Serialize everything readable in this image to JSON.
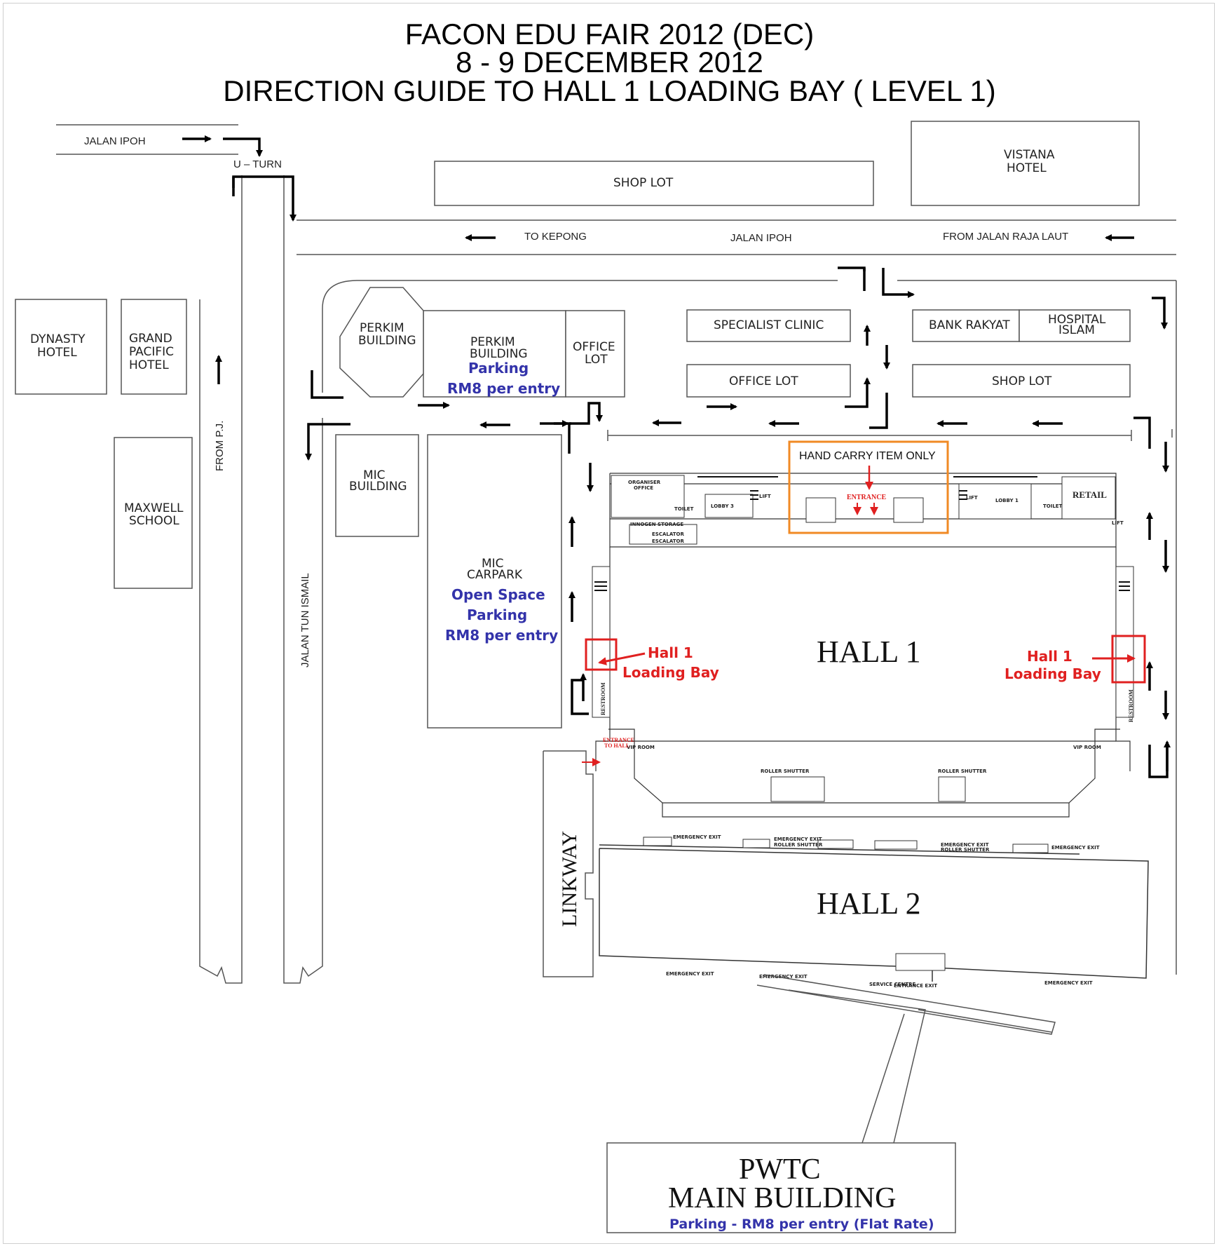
{
  "title": {
    "line1": "FACON EDU FAIR 2012 (DEC)",
    "line2": "8 - 9 DECEMBER 2012",
    "line3": "DIRECTION GUIDE TO HALL 1 LOADING BAY ( LEVEL 1)"
  },
  "roads": {
    "jalan_ipoh_top": "JALAN IPOH",
    "u_turn": "U – TURN",
    "to_kepong": "TO KEPONG",
    "jalan_ipoh": "JALAN IPOH",
    "from_jalan_raja_laut": "FROM JALAN RAJA LAUT",
    "from_pj": "FROM P.J.",
    "jalan_tun_ismail": "JALAN TUN ISMAIL",
    "linkway": "LINKWAY"
  },
  "buildings": {
    "shop_lot_top": "SHOP LOT",
    "vistana_1": "VISTANA",
    "vistana_2": "HOTEL",
    "dynasty_1": "DYNASTY",
    "dynasty_2": "HOTEL",
    "grand_1": "GRAND",
    "grand_2": "PACIFIC",
    "grand_3": "HOTEL",
    "maxwell_1": "MAXWELL",
    "maxwell_2": "SCHOOL",
    "perkim_hex_1": "PERKIM",
    "perkim_hex_2": "BUILDING",
    "perkim_1": "PERKIM",
    "perkim_2": "BUILDING",
    "office_lot_1": "OFFICE",
    "office_lot_2": "LOT",
    "specialist_clinic": "SPECIALIST CLINIC",
    "office_lot": "OFFICE LOT",
    "bank_rakyat": "BANK RAKYAT",
    "hospital_1": "HOSPITAL",
    "hospital_2": "ISLAM",
    "shop_lot_right": "SHOP LOT",
    "mic_building_1": "MIC",
    "mic_building_2": "BUILDING",
    "mic_carpark_1": "MIC",
    "mic_carpark_2": "CARPARK"
  },
  "parking": {
    "perkim_1": "Parking",
    "perkim_2": "RM8 per entry",
    "mic_1": "Open Space",
    "mic_2": "Parking",
    "mic_3": "RM8 per entry",
    "pwtc": "Parking - RM8 per entry (Flat Rate)"
  },
  "hall1": {
    "name": "HALL 1",
    "hand_carry": "HAND CARRY ITEM ONLY",
    "entrance": "ENTRANCE",
    "loading_left_1": "Hall 1",
    "loading_left_2": "Loading Bay",
    "loading_right_1": "Hall 1",
    "loading_right_2": "Loading Bay",
    "organiser_1": "ORGANISER",
    "organiser_2": "OFFICE",
    "toilet_left": "TOILET",
    "lobby3": "LOBBY 3",
    "lift_left": "LIFT",
    "lift_right": "LIFT",
    "lobby1": "LOBBY 1",
    "toilet_right": "TOILET",
    "retail": "RETAIL",
    "lift_far": "LIFT",
    "innogen": "INNOGEN STORAGE",
    "escalator1": "ESCALATOR",
    "escalator2": "ESCALATOR",
    "restroom_left": "RESTROOM",
    "restroom_right": "RESTROOM",
    "vip_left": "VIP ROOM",
    "vip_right": "VIP ROOM",
    "entrance_to_hall_1": "ENTRANCE",
    "entrance_to_hall_2": "TO HALL",
    "roller_1": "ROLLER SHUTTER",
    "roller_2": "ROLLER SHUTTER"
  },
  "hall2": {
    "name": "HALL 2",
    "emergency_1": "EMERGENCY EXIT",
    "emergency_2": "EMERGENCY EXIT",
    "roller_a": "ROLLER SHUTTER",
    "emergency_3": "EMERGENCY EXIT",
    "roller_b": "ROLLER SHUTTER",
    "emergency_4": "EMERGENCY EXIT",
    "emergency_bottom_1": "EMERGENCY EXIT",
    "emergency_bottom_2": "EMERGENCY EXIT",
    "service_centre": "SERVICE CENTRE",
    "entrance_exit": "ENTRANCE EXIT",
    "emergency_bottom_3": "EMERGENCY EXIT"
  },
  "pwtc": {
    "line1": "PWTC",
    "line2": "MAIN BUILDING"
  },
  "colors": {
    "highlight_orange": "#f08a24",
    "loading_red": "#e02020",
    "parking_blue": "#3333aa"
  }
}
